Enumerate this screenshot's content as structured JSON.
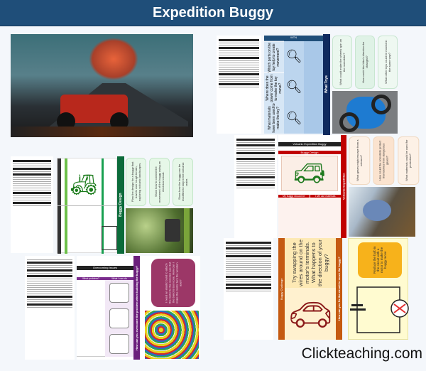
{
  "header": {
    "title": "Expedition Buggy"
  },
  "footer": {
    "brand": "Clickteaching.com"
  },
  "panels": {
    "what_toys": {
      "strip": "What Toys",
      "table_head": "WTN",
      "questions": [
        "Which parts on the toy help to create movement?",
        "Where does the power come from to make the toy move?",
        "What materials have been used to make the toy?"
      ],
      "cards": [
        "What could make the wheels spin on the motorbike?",
        "How could the bike's direction be changed?",
        "What other toys could be moved in the same way?"
      ]
    },
    "buggy_design": {
      "strip": "Buggy Design",
      "cards": [
        "Plan the design for a buggy that travels over rough terrain, exploring volcanic landscapes.",
        "Show how to control the movement of the buggy using an electrical circuit.",
        "Show how the buggy can be modified to stay in the volcanic crater."
      ]
    },
    "volcanic_expedition": {
      "strip": "Volcanic Expedition",
      "sheet_title": "Volcanic Expedition Buggy",
      "sheet_heading": "Buggy Design",
      "sheet_cols": [
        "My buggy should be",
        "I will use materials"
      ],
      "cards": [
        "What gases might escape from a volcano?",
        "How could the scientists protect themselves from dangerous gases?",
        "What materials could be used for protection?"
      ]
    },
    "problem": {
      "strip": "How can you overcome the problem when building the buggy?",
      "sheet_title": "Overcoming Issues",
      "sheet_cols": [
        "What problem?",
        "What I can do"
      ],
      "speech": "I need an elastic band to attach the motor to the wooden axel but the band is too loose. How can I make the motor turn the wooden axel?"
    },
    "challenge": {
      "strip_left": "Buggy Challenge",
      "strip_right": "How can you fix the circuit to move the buggy?",
      "prompt": "Try swapping the wires around on the motor's terminals. What happens to the direction of your buggy?",
      "card": "Replace the bulb in the circuit with a motor to make the buggy move"
    }
  },
  "colors": {
    "header": "#1f4e79",
    "blue": "#1f4e79",
    "green": "#0b6b3a",
    "red": "#c00000",
    "purple": "#6b1f7b",
    "orange": "#c55a11"
  }
}
